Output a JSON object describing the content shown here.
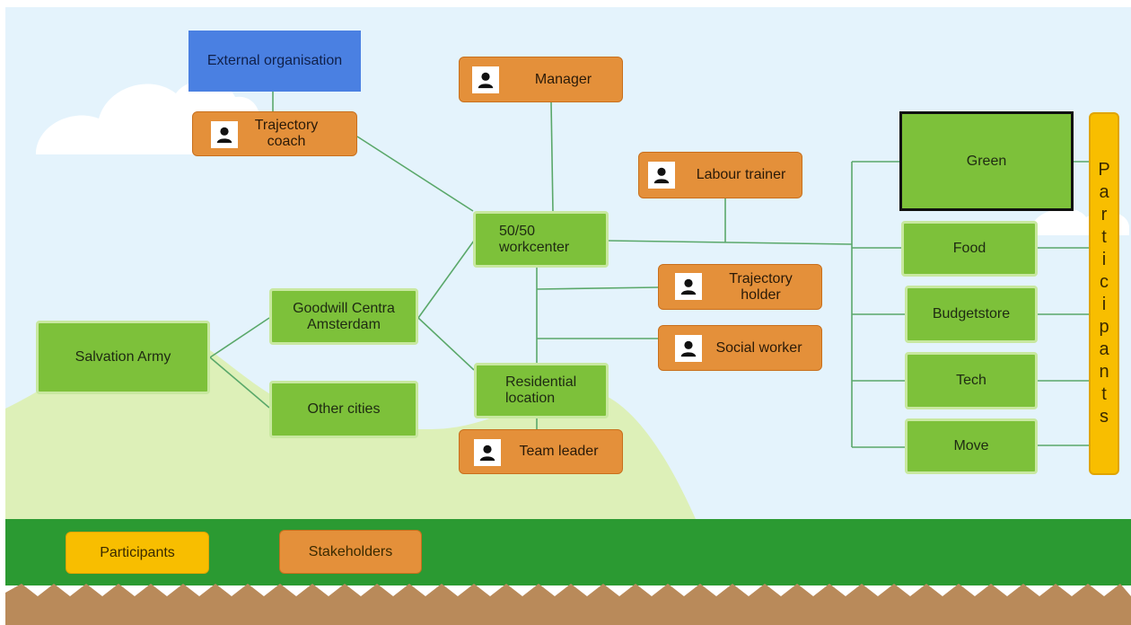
{
  "diagram": {
    "nodes": {
      "external_organisation": "External organisation",
      "trajectory_coach": "Trajectory coach",
      "manager": "Manager",
      "labour_trainer": "Labour trainer",
      "workcenter": "50/50 workcenter",
      "trajectory_holder": "Trajectory holder",
      "social_worker": "Social worker",
      "residential_location": "Residential location",
      "team_leader": "Team leader",
      "goodwill_centra": "Goodwill Centra Amsterdam",
      "salvation_army": "Salvation Army",
      "other_cities": "Other cities",
      "green": "Green",
      "food": "Food",
      "budgetstore": "Budgetstore",
      "tech": "Tech",
      "move": "Move"
    },
    "participants_vertical": [
      "P",
      "a",
      "r",
      "t",
      "i",
      "c",
      "i",
      "p",
      "a",
      "n",
      "t",
      "s"
    ]
  },
  "legend": {
    "participants": "Participants",
    "stakeholders": "Stakeholders"
  },
  "colors": {
    "sky": "#e4f3fc",
    "hill": "#ddf0b8",
    "grass": "#2b9a32",
    "dirt": "#b98a5a",
    "green_node": "#7dc13a",
    "orange_node": "#e4903a",
    "blue_node": "#4a80e2",
    "participants": "#f8be00",
    "connector": "#5aa86a"
  }
}
